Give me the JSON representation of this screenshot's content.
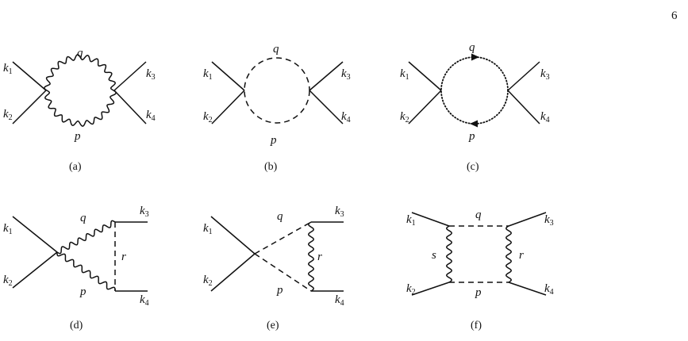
{
  "page_number": "6",
  "diagrams": [
    {
      "caption": "(a)",
      "labels": {
        "k1": "k",
        "k1_sub": "1",
        "k2": "k",
        "k2_sub": "2",
        "k3": "k",
        "k3_sub": "3",
        "k4": "k",
        "k4_sub": "4",
        "top": "q",
        "bottom": "p"
      }
    },
    {
      "caption": "(b)",
      "labels": {
        "k1": "k",
        "k1_sub": "1",
        "k2": "k",
        "k2_sub": "2",
        "k3": "k",
        "k3_sub": "3",
        "k4": "k",
        "k4_sub": "4",
        "top": "q",
        "bottom": "p"
      }
    },
    {
      "caption": "(c)",
      "labels": {
        "k1": "k",
        "k1_sub": "1",
        "k2": "k",
        "k2_sub": "2",
        "k3": "k",
        "k3_sub": "3",
        "k4": "k",
        "k4_sub": "4",
        "top": "q",
        "bottom": "p"
      }
    },
    {
      "caption": "(d)",
      "labels": {
        "k1": "k",
        "k1_sub": "1",
        "k2": "k",
        "k2_sub": "2",
        "k3": "k",
        "k3_sub": "3",
        "k4": "k",
        "k4_sub": "4",
        "top": "q",
        "bottom": "p",
        "right": "r"
      }
    },
    {
      "caption": "(e)",
      "labels": {
        "k1": "k",
        "k1_sub": "1",
        "k2": "k",
        "k2_sub": "2",
        "k3": "k",
        "k3_sub": "3",
        "k4": "k",
        "k4_sub": "4",
        "top": "q",
        "bottom": "p",
        "right": "r"
      }
    },
    {
      "caption": "(f)",
      "labels": {
        "k1": "k",
        "k1_sub": "1",
        "k2": "k",
        "k2_sub": "2",
        "k3": "k",
        "k3_sub": "3",
        "k4": "k",
        "k4_sub": "4",
        "top": "q",
        "bottom": "p",
        "left": "s",
        "right": "r"
      }
    }
  ]
}
